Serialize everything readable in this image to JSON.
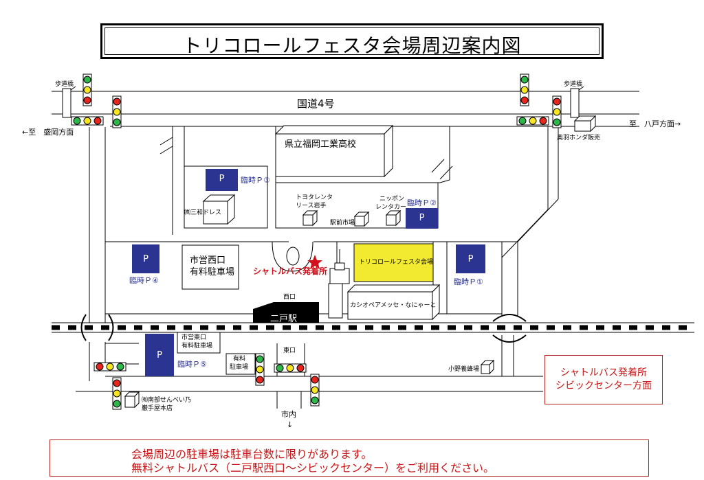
{
  "title": "トリコロールフェスタ会場周辺案内図",
  "roads": {
    "route4": "国道4号",
    "to_morioka": "←至　盛岡方面",
    "to_hachinohe": "至　八戸方面→",
    "footbridge_left": "歩道橋",
    "footbridge_right": "歩道橋",
    "to_city": "市内",
    "down_arrow": "↓"
  },
  "landmarks": {
    "school": "県立福岡工業高校",
    "toyota_1": "トヨタレンタ",
    "toyota_2": "リース岩手",
    "nippon_1": "ニッポン",
    "nippon_2": "レンタカー",
    "ekimae": "駅前市場",
    "sanwa": "㈱三和ドレス",
    "okuha": "奥羽ホンダ販売",
    "west_lot_1": "市営西口",
    "west_lot_2": "有料駐車場",
    "east_lot_1": "市営東口",
    "east_lot_2": "有料駐車場",
    "paid_lot_1": "有料",
    "paid_lot_2": "駐車場",
    "venue": "トリコロールフェスタ会場",
    "casio": "カシオペアメッセ・なにゃーと",
    "station": "二戸駅",
    "west_exit": "西口",
    "east_exit": "東口",
    "ono": "小野養蜂場",
    "nanbu_1": "㈲南部せんべい乃",
    "nanbu_2": "巌手屋本店"
  },
  "parking": {
    "symbol": "P",
    "p1": "臨時Ｐ①",
    "p2": "臨時Ｐ②",
    "p3": "臨時Ｐ③",
    "p4": "臨時Ｐ④",
    "p5": "臨時Ｐ⑤"
  },
  "shuttle": {
    "origin_label": "シャトルバス発着所",
    "box_line1": "シャトルバス発着所",
    "box_line2": "シビックセンター方面"
  },
  "notice": {
    "line1": "会場周辺の駐車場は駐車台数に限りがあります。",
    "line2": "無料シャトルバス（二戸駅西口～シビックセンター）をご利用ください。"
  },
  "colors": {
    "parking_blue": "#2b3491",
    "venue_yellow": "#f2ea31",
    "accent_red": "#d0101a",
    "light_red": "#e8261e",
    "light_yellow": "#f7e51f",
    "light_green": "#2fb84a"
  }
}
